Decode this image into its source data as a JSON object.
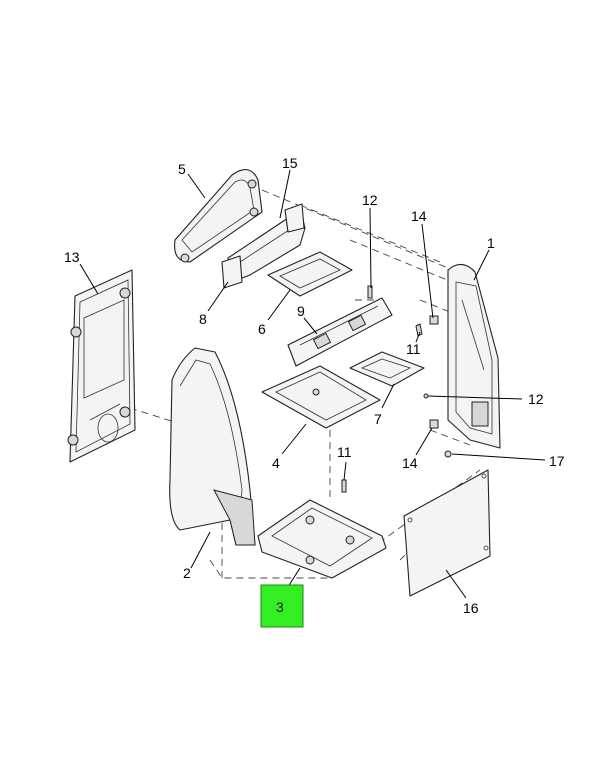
{
  "callouts": {
    "c1": "1",
    "c2": "2",
    "c3": "3",
    "c4": "4",
    "c5": "5",
    "c6": "6",
    "c7": "7",
    "c8": "8",
    "c9": "9",
    "c11a": "11",
    "c11b": "11",
    "c12a": "12",
    "c12b": "12",
    "c13": "13",
    "c14a": "14",
    "c14b": "14",
    "c15": "15",
    "c16": "16",
    "c17": "17"
  },
  "highlight": {
    "selected_callout": "3",
    "color": "#33ee22"
  }
}
